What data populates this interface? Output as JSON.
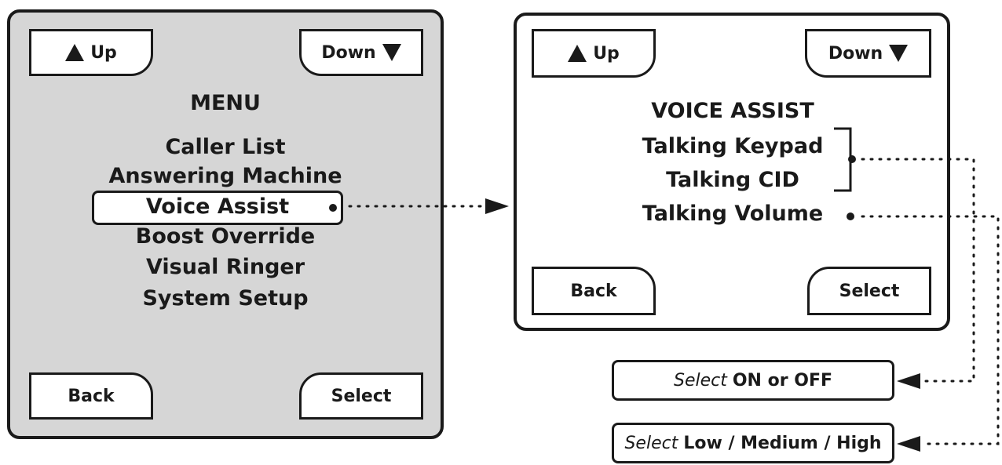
{
  "menu_screen": {
    "up_label": "Up",
    "down_label": "Down",
    "title": "MENU",
    "items": [
      "Caller List",
      "Answering Machine",
      "Voice Assist",
      "Boost Override",
      "Visual Ringer",
      "System Setup"
    ],
    "back_label": "Back",
    "select_label": "Select"
  },
  "voice_screen": {
    "up_label": "Up",
    "down_label": "Down",
    "title": "VOICE ASSIST",
    "items": [
      "Talking Keypad",
      "Talking CID",
      "Talking Volume"
    ],
    "back_label": "Back",
    "select_label": "Select"
  },
  "results": {
    "on_off": {
      "prefix": "Select",
      "text": "ON  or OFF"
    },
    "volume": {
      "prefix": "Select",
      "text": "Low / Medium / High"
    }
  },
  "colors": {
    "menu_background": "#d6d6d6",
    "line": "#1a1a1a"
  }
}
